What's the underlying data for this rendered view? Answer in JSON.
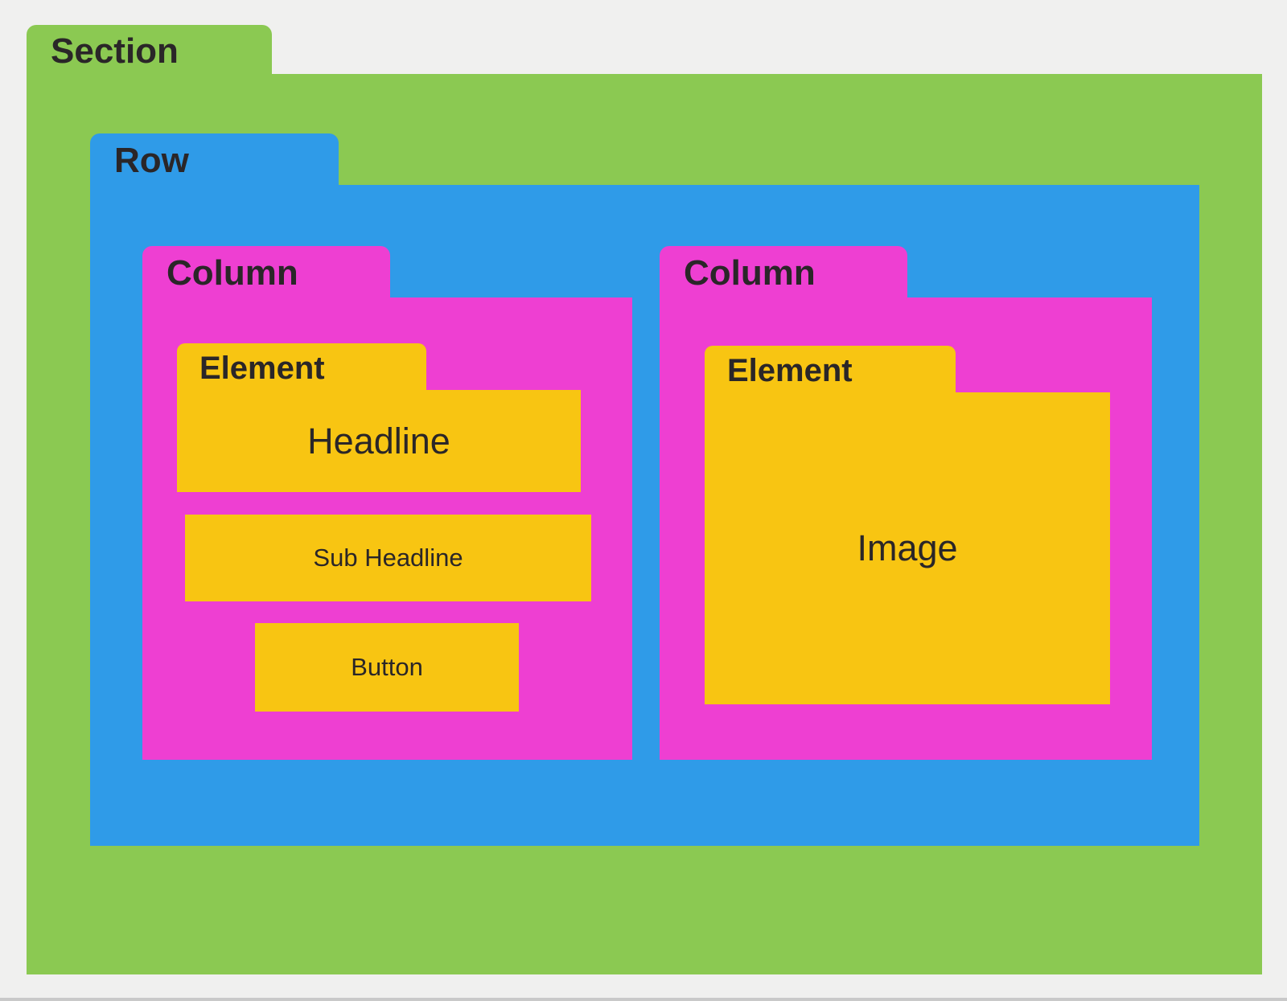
{
  "palette": {
    "background": "#f0f0ef",
    "section_green": "#8bc952",
    "row_blue": "#2f9be8",
    "column_magenta": "#ee3fd2",
    "element_yellow": "#f8c512",
    "text": "#2a2628"
  },
  "section": {
    "label": "Section",
    "row": {
      "label": "Row",
      "columns": [
        {
          "label": "Column",
          "elements": [
            {
              "tab": "Element",
              "content": "Headline"
            },
            {
              "content": "Sub Headline"
            },
            {
              "content": "Button"
            }
          ]
        },
        {
          "label": "Column",
          "elements": [
            {
              "tab": "Element",
              "content": "Image"
            }
          ]
        }
      ]
    }
  }
}
